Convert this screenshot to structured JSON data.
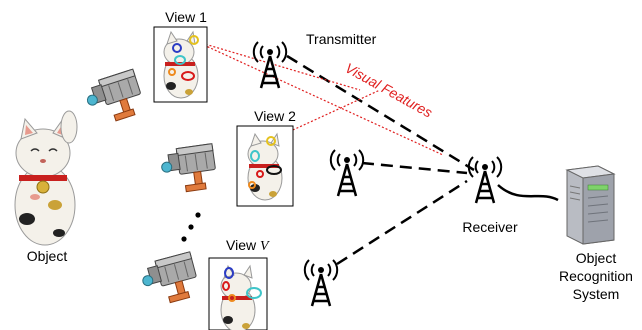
{
  "labels": {
    "view1": "View 1",
    "view2": "View 2",
    "view_v_prefix": "View ",
    "view_v_symbol": "V",
    "transmitter": "Transmitter",
    "visual_features": "Visual Features",
    "receiver": "Receiver",
    "object": "Object",
    "recognition_line1": "Object",
    "recognition_line2": "Recognition",
    "recognition_line3": "System"
  },
  "colors": {
    "link": "#000000",
    "feature_link": "#e02020",
    "feature_text": "#e02020",
    "cat_body": "#f4f1ea",
    "cat_collar": "#c8201e",
    "camera_body": "#a9a9a9",
    "camera_handle": "#e07a3c",
    "server": "#b9bcc3"
  },
  "icons": {
    "camera": "surveillance-camera-icon",
    "antenna": "radio-tower-icon",
    "server": "server-icon",
    "object": "maneki-neko-figurine"
  }
}
